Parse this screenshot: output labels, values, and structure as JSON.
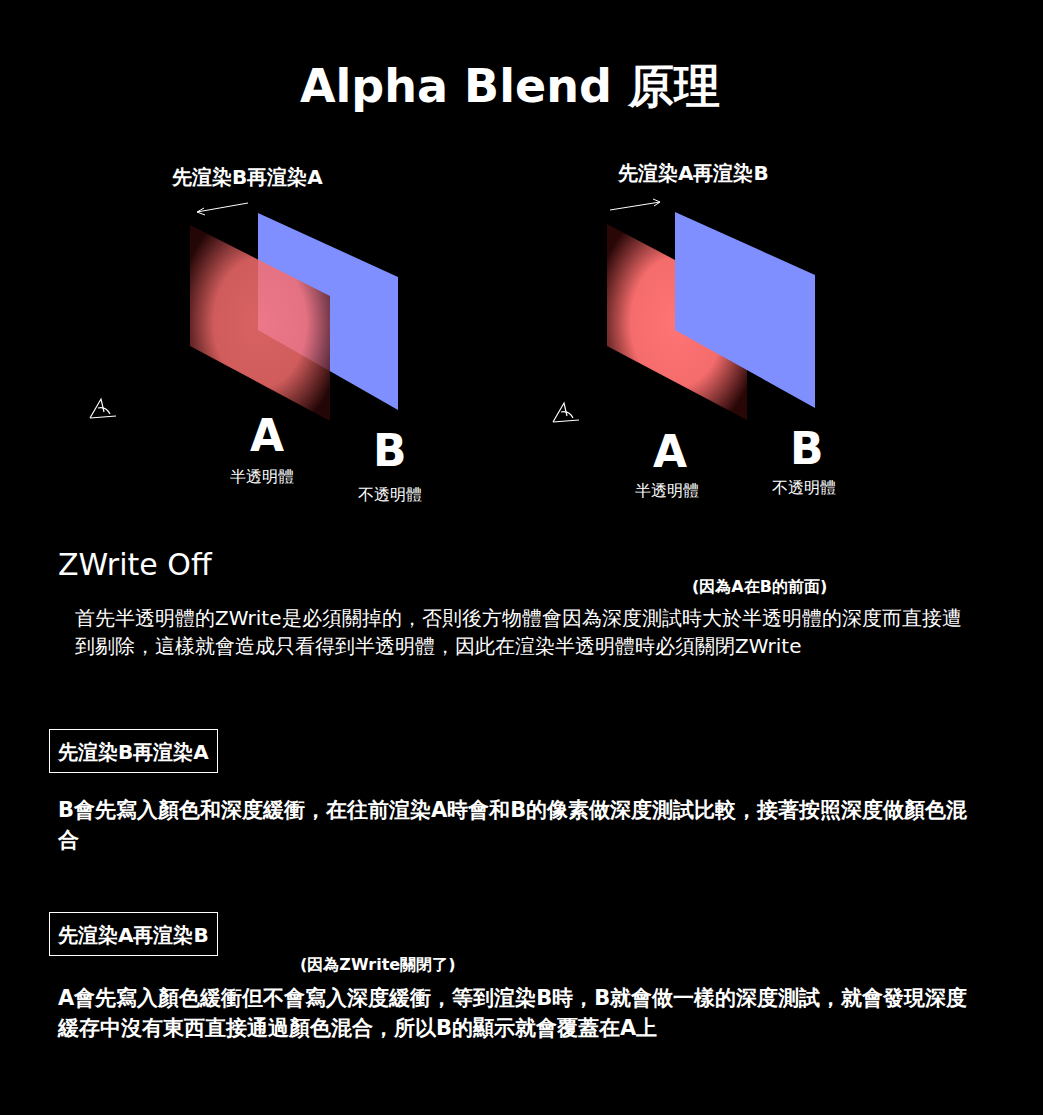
{
  "diagram": {
    "title": "Alpha Blend 原理",
    "nodes": [
      {
        "text": [
          "先渲染B再渲染A"
        ]
      },
      {
        "text": [
          "先渲染A再渲染B"
        ]
      }
    ],
    "labels": [
      "先渲染B再渲染A",
      "A",
      "半透明體",
      "B",
      "不透明體",
      "先渲染A再渲染B",
      "A",
      "半透明體",
      "B",
      "不透明體",
      "ZWrite Off",
      "(因為A在B的前面)",
      "首先半透明體的ZWrite是必須關掉的，否則後方物體會因為深度測試時大於半透明體的深度而直接遭到剔除，這樣就會造成只看得到半透明體，因此在渲染半透明體時必須關閉ZWrite",
      "B會先寫入顏色和深度緩衝，在往前渲染A時會和B的像素做深度測試比較，接著按照深度做顏色混合",
      "(因為ZWrite關閉了)",
      "A會先寫入顏色緩衝但不會寫入深度緩衝，等到渲染B時，B就會做一樣的深度測試，就會發現深度緩存中沒有東西直接通過顏色混合，所以B的顯示就會覆蓋在A上"
    ]
  }
}
